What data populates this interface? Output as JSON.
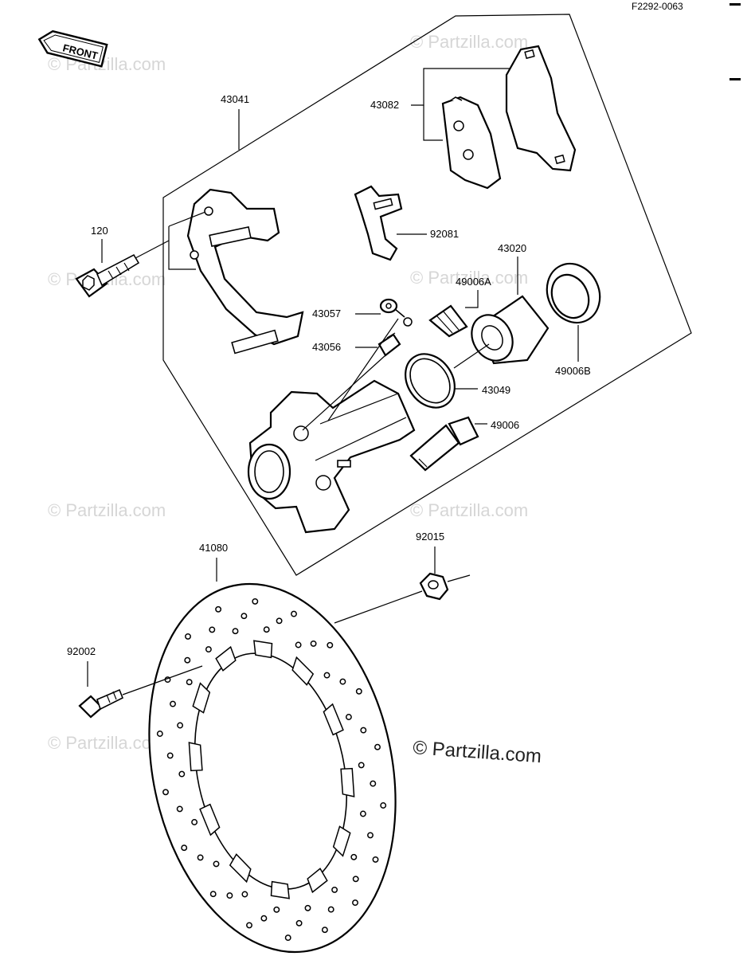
{
  "diagram_code": "F2292-0063",
  "front_label": "FRONT",
  "watermark": "© Partzilla.com",
  "watermark_main": "© Partzilla.com",
  "parts": [
    {
      "number": "43041"
    },
    {
      "number": "43082"
    },
    {
      "number": "120"
    },
    {
      "number": "92081"
    },
    {
      "number": "43020"
    },
    {
      "number": "49006A"
    },
    {
      "number": "43057"
    },
    {
      "number": "43056"
    },
    {
      "number": "49006B"
    },
    {
      "number": "43049"
    },
    {
      "number": "49006"
    },
    {
      "number": "92015"
    },
    {
      "number": "41080"
    },
    {
      "number": "92002"
    }
  ]
}
